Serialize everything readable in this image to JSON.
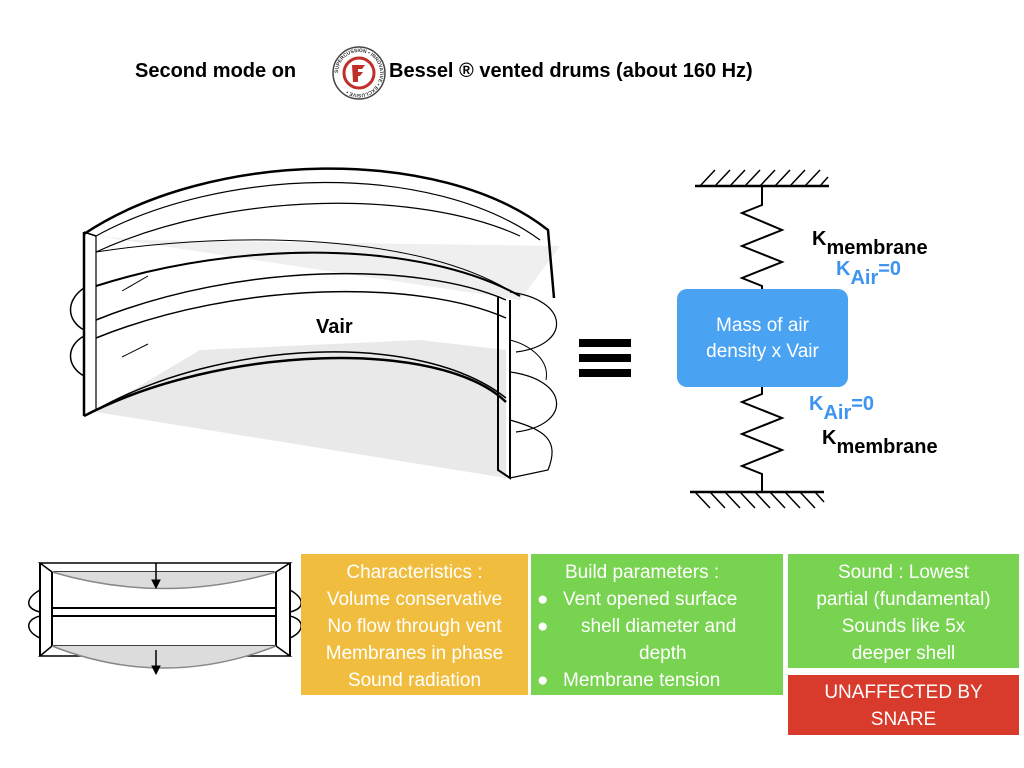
{
  "title": {
    "left": "Second mode on",
    "right": "Bessel ® vented drums (about 160 Hz)",
    "logo_text": "SUPERCUSSION • INNOVATIVE • EXCLUSIVE •"
  },
  "drum": {
    "volume_label": "Vair"
  },
  "equivalence_symbol": "≡",
  "model": {
    "mass_label_line1": "Mass of air",
    "mass_label_line2": "density x Vair",
    "k_top_main": "K",
    "k_top_sub": "membrane",
    "k_top_air": "K",
    "k_top_air_sub": "Air",
    "k_top_air_val": "=0",
    "k_bot_air": "K",
    "k_bot_air_sub": "Air",
    "k_bot_air_val": "=0",
    "k_bot_main": "K",
    "k_bot_sub": "membrane"
  },
  "boxes": {
    "characteristics": {
      "color": "#f0bd3f",
      "lines": [
        "Characteristics :",
        "Volume conservative",
        "No flow through vent",
        "Membranes in phase",
        "Sound radiation"
      ]
    },
    "build": {
      "color": "#78d350",
      "title": "Build parameters :",
      "bullet": "●",
      "items": [
        "Vent opened surface",
        "shell diameter and",
        "depth",
        "Membrane tension"
      ]
    },
    "sound": {
      "color": "#78d350",
      "lines": [
        "Sound : Lowest",
        "partial (fundamental)",
        "Sounds like 5x",
        "deeper shell"
      ]
    },
    "snare": {
      "color": "#d83a2b",
      "lines": [
        "UNAFFECTED BY",
        "SNARE"
      ]
    }
  },
  "colors": {
    "mass_box": "#4aa3f2",
    "air_text": "#3d95f0"
  }
}
